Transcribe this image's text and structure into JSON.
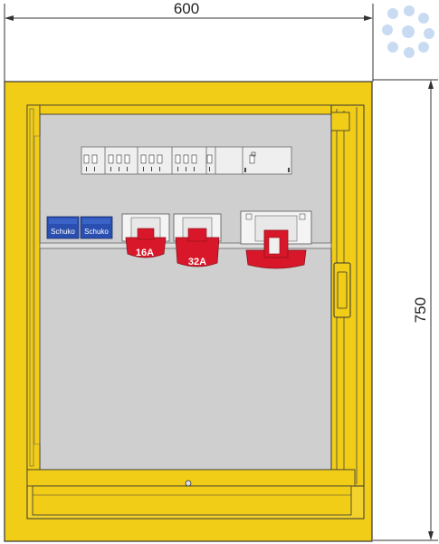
{
  "dimensions": {
    "width_label": "600",
    "height_label": "750"
  },
  "sockets": {
    "schuko_left": "Schuko",
    "schuko_right": "Schuko",
    "cee_16": "16A",
    "cee_32": "32A"
  },
  "colors": {
    "cabinet_yellow": "#f2cd17",
    "mounting_plate": "#cfcfcf",
    "cee_red": "#d8182a",
    "schuko_blue": "#2a4fb0",
    "watermark_blue": "#bfd4ef"
  },
  "watermark": {
    "icon": "logo-watermark-icon"
  }
}
